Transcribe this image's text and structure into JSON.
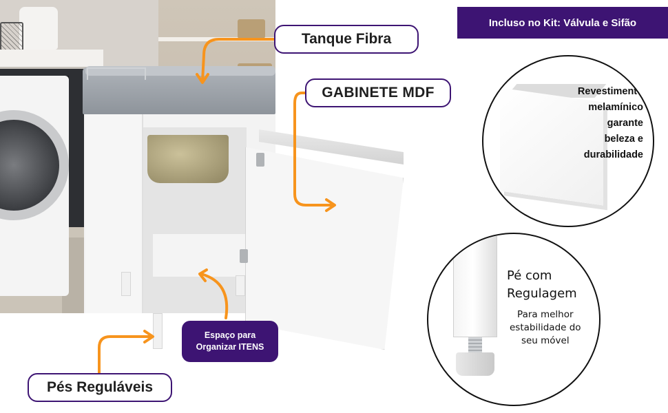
{
  "labels": {
    "tanque": "Tanque Fibra",
    "gabinete": "GABINETE MDF",
    "pes": "Pés Reguláveis",
    "espaco_line1": "Espaço para",
    "espaco_line2": "Organizar ITENS"
  },
  "kit_banner": "Incluso no Kit: Válvula e Sifão",
  "revestimento": {
    "lines": [
      "Revestimento",
      "melamínico",
      "garante",
      "beleza e",
      "durabilidade"
    ]
  },
  "pe": {
    "title_lines": [
      "Pé com",
      "Regulagem"
    ],
    "sub_lines": [
      "Para melhor",
      "estabilidade do",
      "seu móvel"
    ]
  },
  "colors": {
    "brand_purple": "#3d1473",
    "arrow_orange": "#f7941d"
  },
  "icons": [
    "arrow-icon"
  ]
}
